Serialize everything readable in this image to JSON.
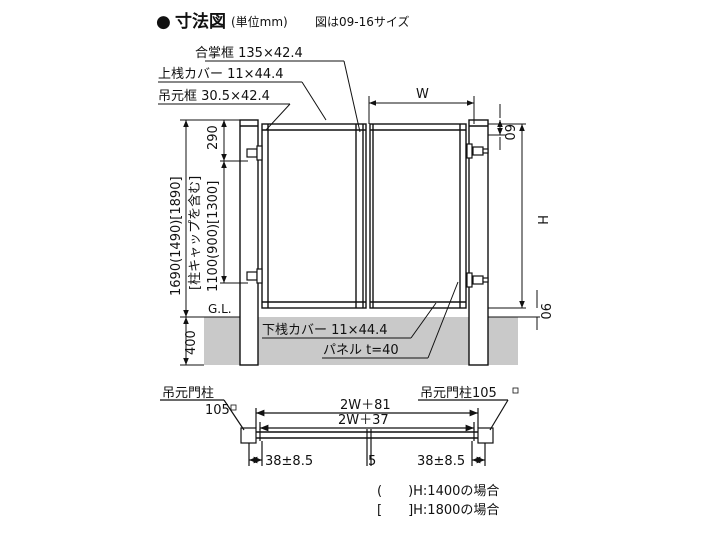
{
  "header": {
    "bullet": "●",
    "title": "寸法図",
    "unit": "(単位mm)",
    "note": "図は09-16サイズ"
  },
  "labels": {
    "gassho_waku": "合掌框 135×42.4",
    "uesan_cover": "上桟カバー 11×44.4",
    "tsurimoto_waku": "吊元框 30.5×42.4",
    "shitasan_cover": "下桟カバー 11×44.4",
    "panel": "パネル t=40",
    "gl": "G.L."
  },
  "dims": {
    "w": "W",
    "h": "H",
    "d60": "60",
    "d90": "90",
    "d290": "290",
    "d400": "400",
    "v1100": "1100(900)[1300]",
    "v1690": "1690(1490)[1890]",
    "v_hashira": "[柱キャップを含む]"
  },
  "plan": {
    "left_post": "吊元門柱",
    "left_post_size": "105",
    "right_post": "吊元門柱105",
    "d2w81": "2W＋81",
    "d2w37": "2W＋37",
    "d38l": "38±8.5",
    "d5": "5",
    "d38r": "38±8.5"
  },
  "legend": {
    "paren": "(　　)H:1400の場合",
    "bracket": "[　　]H:1800の場合"
  }
}
